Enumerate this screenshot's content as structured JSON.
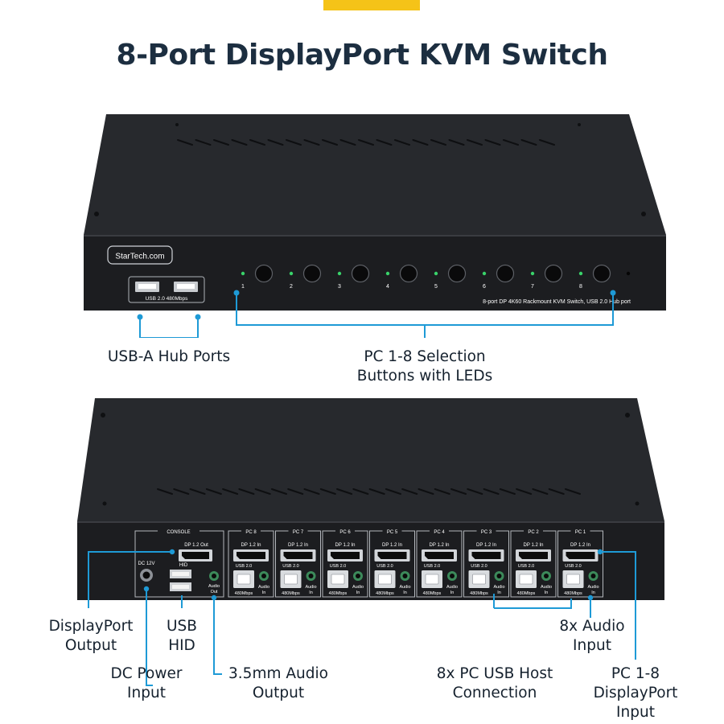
{
  "page": {
    "title": "8-Port DisplayPort KVM Switch",
    "accent_color": "#f5c318",
    "callout_color": "#1e9ad6"
  },
  "front_panel": {
    "brand_logo": "StarTech.com",
    "usb_port_label": "USB 2.0 480Mbps",
    "description": "8-port DP 4K60 Rackmount KVM Switch, USB 2.0 Hub port",
    "port_numbers": [
      "1",
      "2",
      "3",
      "4",
      "5",
      "6",
      "7",
      "8"
    ]
  },
  "front_callouts": {
    "usb_hub": "USB-A Hub Ports",
    "selection_line1": "PC 1-8 Selection",
    "selection_line2": "Buttons with LEDs"
  },
  "rear_panel": {
    "console_label": "CONSOLE",
    "dp_out": "DP 1.2 Out",
    "hid": "HID",
    "dc": "DC 12V",
    "audio_out_line1": "Audio",
    "audio_out_line2": "Out",
    "pc_ports": [
      {
        "name": "PC 8",
        "dp": "DP 1.2 In",
        "usb": "USB 2.0",
        "speed": "480Mbps",
        "audio1": "Audio",
        "audio2": "In"
      },
      {
        "name": "PC 7",
        "dp": "DP 1.2 In",
        "usb": "USB 2.0",
        "speed": "480Mbps",
        "audio1": "Audio",
        "audio2": "In"
      },
      {
        "name": "PC 6",
        "dp": "DP 1.2 In",
        "usb": "USB 2.0",
        "speed": "480Mbps",
        "audio1": "Audio",
        "audio2": "In"
      },
      {
        "name": "PC 5",
        "dp": "DP 1.2 In",
        "usb": "USB 2.0",
        "speed": "480Mbps",
        "audio1": "Audio",
        "audio2": "In"
      },
      {
        "name": "PC 4",
        "dp": "DP 1.2 In",
        "usb": "USB 2.0",
        "speed": "480Mbps",
        "audio1": "Audio",
        "audio2": "In"
      },
      {
        "name": "PC 3",
        "dp": "DP 1.2 In",
        "usb": "USB 2.0",
        "speed": "480Mbps",
        "audio1": "Audio",
        "audio2": "In"
      },
      {
        "name": "PC 2",
        "dp": "DP 1.2 In",
        "usb": "USB 2.0",
        "speed": "480Mbps",
        "audio1": "Audio",
        "audio2": "In"
      },
      {
        "name": "PC 1",
        "dp": "DP 1.2 In",
        "usb": "USB 2.0",
        "speed": "480Mbps",
        "audio1": "Audio",
        "audio2": "In"
      }
    ]
  },
  "rear_callouts": {
    "dp_output_line1": "DisplayPort",
    "dp_output_line2": "Output",
    "usb_hid_line1": "USB",
    "usb_hid_line2": "HID",
    "dc_power_line1": "DC Power",
    "dc_power_line2": "Input",
    "audio_output_line1": "3.5mm Audio",
    "audio_output_line2": "Output",
    "usb_host_line1": "8x PC USB Host",
    "usb_host_line2": "Connection",
    "audio_input_line1": "8x Audio",
    "audio_input_line2": "Input",
    "pc_dp_line1": "PC 1-8",
    "pc_dp_line2": "DisplayPort",
    "pc_dp_line3": "Input"
  }
}
